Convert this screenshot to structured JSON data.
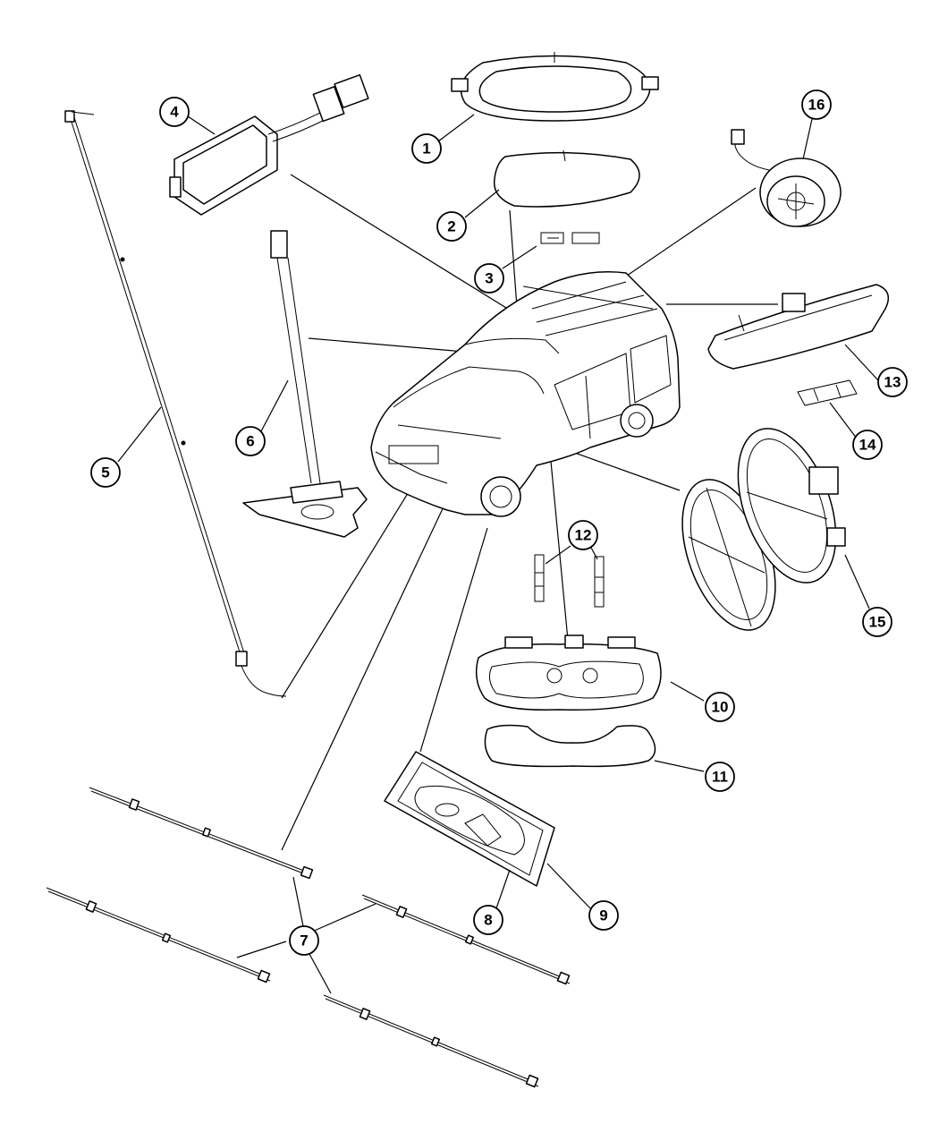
{
  "diagram": {
    "callouts": [
      {
        "id": "1",
        "label": "1",
        "part": "overhead-bezel"
      },
      {
        "id": "2",
        "label": "2",
        "part": "lens"
      },
      {
        "id": "3",
        "label": "3",
        "part": "bulb"
      },
      {
        "id": "4",
        "label": "4",
        "part": "module"
      },
      {
        "id": "5",
        "label": "5",
        "part": "antenna-cable"
      },
      {
        "id": "6",
        "label": "6",
        "part": "bracket"
      },
      {
        "id": "7",
        "label": "7",
        "part": "wire-harness"
      },
      {
        "id": "8",
        "label": "8",
        "part": "cargo-lamp-lens"
      },
      {
        "id": "9",
        "label": "9",
        "part": "cargo-lamp"
      },
      {
        "id": "10",
        "label": "10",
        "part": "reading-lamp"
      },
      {
        "id": "11",
        "label": "11",
        "part": "reading-lamp-lens"
      },
      {
        "id": "12",
        "label": "12",
        "part": "bulbs"
      },
      {
        "id": "13",
        "label": "13",
        "part": "rear-lamp"
      },
      {
        "id": "14",
        "label": "14",
        "part": "bulb"
      },
      {
        "id": "15",
        "label": "15",
        "part": "dome-lamp"
      },
      {
        "id": "16",
        "label": "16",
        "part": "sensor"
      }
    ]
  }
}
